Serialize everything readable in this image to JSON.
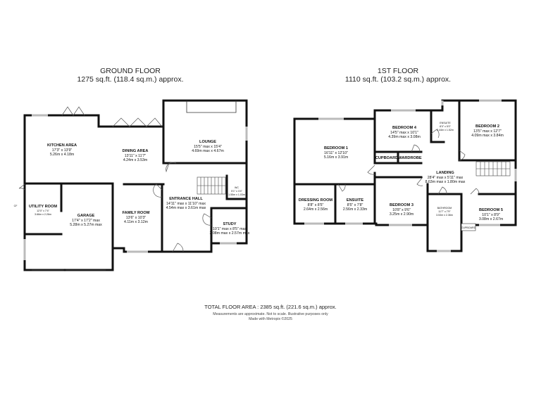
{
  "ground_floor": {
    "title": "GROUND FLOOR",
    "area": "1275 sq.ft. (118.4 sq.m.) approx.",
    "rooms": [
      {
        "key": "kitchen",
        "name": "KITCHEN AREA",
        "dims": [
          "17'3\" x 13'9\"",
          "5.26m x 4.18m"
        ]
      },
      {
        "key": "dining",
        "name": "DINING AREA",
        "dims": [
          "13'11\" x 11'7\"",
          "4.24m x 3.53m"
        ]
      },
      {
        "key": "lounge",
        "name": "LOUNGE",
        "dims": [
          "15'5\" max x 15'4\"",
          "4.69m max x 4.67m"
        ]
      },
      {
        "key": "utility",
        "name": "UTILITY ROOM",
        "dims": [
          "12'0\" x 7'4\"",
          "3.66m x 2.26m"
        ]
      },
      {
        "key": "garage",
        "name": "GARAGE",
        "dims": [
          "17'4\" x 17'2\" max",
          "5.28m x 5.27m max"
        ]
      },
      {
        "key": "family",
        "name": "FAMILY ROOM",
        "dims": [
          "13'6\" x 10'3\"",
          "4.11m x 3.12m"
        ]
      },
      {
        "key": "hall",
        "name": "ENTRANCE HALL",
        "dims": [
          "14'11\" max x 11'10\" max",
          "4.54m max x 3.61m max"
        ]
      },
      {
        "key": "wc",
        "name": "WC",
        "dims": [
          "5'1\" x 3'4\"",
          "1.55m x 1.03m"
        ]
      },
      {
        "key": "study",
        "name": "STUDY",
        "dims": [
          "10'1\" max x 8'5\" max",
          "3.08m max x 2.57m max"
        ]
      }
    ],
    "cf_label": "CF"
  },
  "first_floor": {
    "title": "1ST FLOOR",
    "area": "1110 sq.ft. (103.2 sq.m.) approx.",
    "rooms": [
      {
        "key": "bed1",
        "name": "BEDROOM 1",
        "dims": [
          "16'11\" x 12'10\"",
          "5.16m x 3.91m"
        ]
      },
      {
        "key": "bed4",
        "name": "BEDROOM 4",
        "dims": [
          "14'5\" max x 10'1\"",
          "4.39m max x 3.08m"
        ]
      },
      {
        "key": "ensuite_top",
        "name": "ENSUITE",
        "dims": [
          "8'0\" x 5'0\"",
          "2.44m x 1.52m"
        ]
      },
      {
        "key": "bed2",
        "name": "BEDROOM 2",
        "dims": [
          "13'5\" max x 12'7\"",
          "4.09m max x 3.84m"
        ]
      },
      {
        "key": "landing",
        "name": "LANDING",
        "dims": [
          "28'4\" max x 5'11\" max",
          "8.63m max x 1.80m max"
        ]
      },
      {
        "key": "dressing",
        "name": "DRESSING ROOM",
        "dims": [
          "8'8\" x 8'5\"",
          "2.64m x 2.56m"
        ]
      },
      {
        "key": "ensuite",
        "name": "ENSUITE",
        "dims": [
          "8'5\" x 7'8\"",
          "2.56m x 2.33m"
        ]
      },
      {
        "key": "bed3",
        "name": "BEDROOM 3",
        "dims": [
          "10'8\" x 9'6\"",
          "3.25m x 2.90m"
        ]
      },
      {
        "key": "bath",
        "name": "BATHROOM",
        "dims": [
          "11'7\" x 7'9\"",
          "3.53m x 2.36m"
        ]
      },
      {
        "key": "bed5",
        "name": "BEDROOM 5",
        "dims": [
          "10'1\" x 8'9\"",
          "3.08m x 2.67m"
        ]
      }
    ],
    "cupboard_labels": [
      "CUPBOARD",
      "WARDROBE",
      "CUPBOARD"
    ]
  },
  "total": "TOTAL FLOOR AREA : 2385 sq.ft. (221.6 sq.m.) approx.",
  "disclaimer": [
    "Measurements are approximate.  Not to scale.  Illustrative purposes only",
    "Made with Metropix ©2025"
  ]
}
